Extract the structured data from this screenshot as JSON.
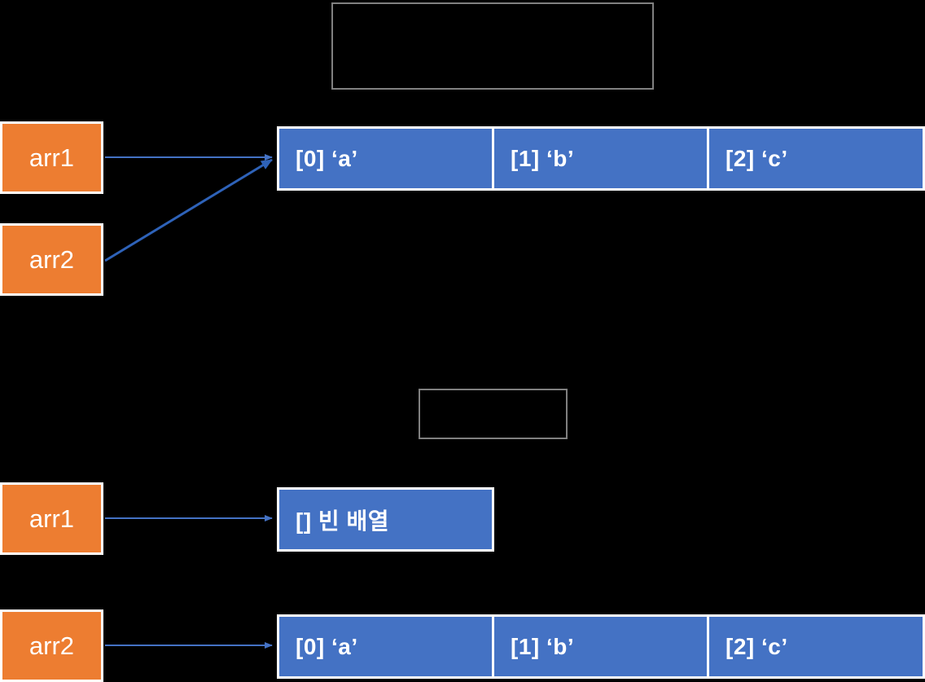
{
  "diagram": {
    "title_semantic": "array-reference-assignment-diagram",
    "colors": {
      "background": "#000000",
      "variable_box": "#ED7D31",
      "variable_box_border": "#FFFFFF",
      "array_cell": "#4472C4",
      "array_cell_border": "#FFFFFF",
      "arrow": "#4472C4",
      "note_border": "#808080",
      "text": "#FFFFFF"
    },
    "top_section": {
      "note_box_text": "",
      "variables": [
        {
          "label": "arr1"
        },
        {
          "label": "arr2"
        }
      ],
      "array": {
        "cells": [
          {
            "text": "[0] ‘a’"
          },
          {
            "text": "[1] ‘b’"
          },
          {
            "text": "[2] ‘c’"
          }
        ]
      }
    },
    "bottom_section": {
      "note_box_text": "",
      "rows": [
        {
          "variable": "arr1",
          "array": {
            "cells": [
              {
                "text": "[] 빈 배열"
              }
            ]
          }
        },
        {
          "variable": "arr2",
          "array": {
            "cells": [
              {
                "text": "[0] ‘a’"
              },
              {
                "text": "[1] ‘b’"
              },
              {
                "text": "[2] ‘c’"
              }
            ]
          }
        }
      ]
    }
  }
}
